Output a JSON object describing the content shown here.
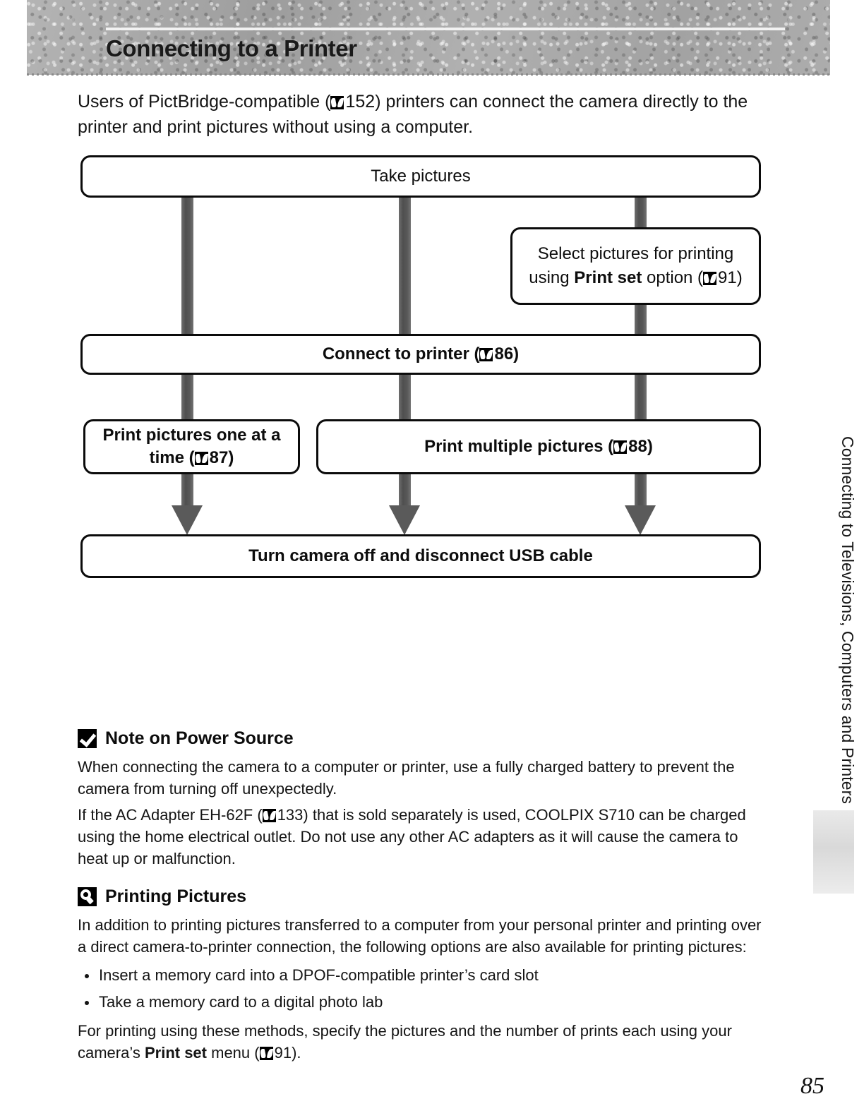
{
  "header": {
    "title": "Connecting to a Printer"
  },
  "intro": {
    "before_ref": "Users of PictBridge-compatible (",
    "ref_page": "152",
    "after_ref": ") printers can connect the camera directly to the printer and print pictures without using a computer."
  },
  "flowchart": {
    "type": "flowchart",
    "boxes": [
      {
        "id": "take-pictures",
        "text": "Take pictures"
      },
      {
        "id": "select-pictures",
        "line1": "Select pictures for printing",
        "line2_pre": "using ",
        "line2_bold": "Print set",
        "line2_post": " option (",
        "ref_page": "91",
        "line2_end": ")"
      },
      {
        "id": "connect-to-printer",
        "text_pre": "Connect to printer (",
        "ref_page": "86",
        "text_post": ")"
      },
      {
        "id": "print-one-at-a-time",
        "text_pre": "Print pictures one at a time (",
        "ref_page": "87",
        "text_post": ")"
      },
      {
        "id": "print-multiple",
        "text_pre": "Print multiple pictures (",
        "ref_page": "88",
        "text_post": ")"
      },
      {
        "id": "turn-camera-off",
        "text": "Turn camera off and disconnect USB cable"
      }
    ]
  },
  "notes": {
    "power": {
      "heading": "Note on Power Source",
      "paragraph1": "When connecting the camera to a computer or printer, use a fully charged battery to prevent the camera from turning off unexpectedly.",
      "paragraph2_pre": "If the AC Adapter EH-62F (",
      "paragraph2_ref": "133",
      "paragraph2_post": ") that is sold separately is used, COOLPIX S710 can be charged using the home electrical outlet. Do not use any other AC adapters as it will cause the camera to heat up or malfunction."
    },
    "printing": {
      "heading": "Printing Pictures",
      "paragraph1": "In addition to printing pictures transferred to a computer from your personal printer and printing over a direct camera-to-printer connection, the following options are also available for printing pictures:",
      "bullets": [
        "Insert a memory card into a DPOF-compatible printer’s card slot",
        "Take a memory card to a digital photo lab"
      ],
      "closing_pre": "For printing using these methods, specify the pictures and the number of prints each using your camera’s ",
      "closing_bold": "Print set",
      "closing_mid": " menu (",
      "closing_ref": "91",
      "closing_post": ")."
    }
  },
  "side_running_head": "Connecting to Televisions, Computers and Printers",
  "page_number": "85",
  "colors": {
    "banner": "#a8a8a8",
    "box_border": "#0b0b0b",
    "connector": "#5a5a5a",
    "text": "#141414"
  }
}
